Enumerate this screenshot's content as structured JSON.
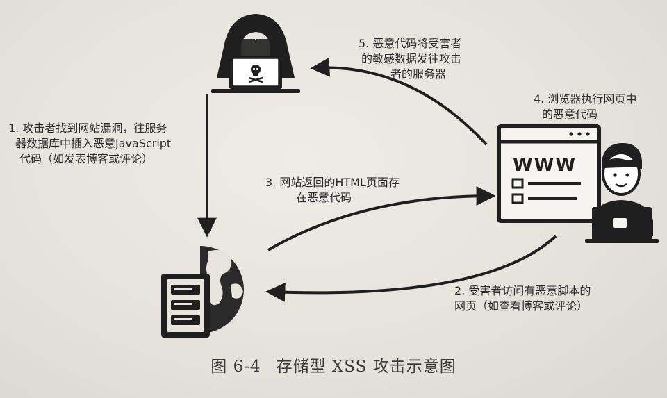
{
  "steps": {
    "step1": [
      "1. 攻击者找到网站漏洞，往服务",
      "器数据库中插入恶意JavaScript",
      "代码（如发表博客或评论）"
    ],
    "step2": [
      "2. 受害者访问有恶意脚本的",
      "网页（如查看博客或评论）"
    ],
    "step3": [
      "3. 网站返回的HTML页面存",
      "在恶意代码"
    ],
    "step4": [
      "4. 浏览器执行网页中",
      "的恶意代码"
    ],
    "step5": [
      "5. 恶意代码将受害者",
      "的敏感数据发往攻击",
      "者的服务器"
    ]
  },
  "browser_text": "WWW",
  "caption": {
    "figure_no": "图 6-4",
    "title": "存储型 XSS 攻击示意图"
  },
  "icons": {
    "attacker": "hooded-hacker-laptop-icon",
    "server": "server-globe-icon",
    "browser": "browser-window-icon",
    "victim": "user-laptop-icon"
  },
  "colors": {
    "ink": "#1f1f1f",
    "text": "#2b2b2b",
    "paper": "#e6e4dd"
  }
}
